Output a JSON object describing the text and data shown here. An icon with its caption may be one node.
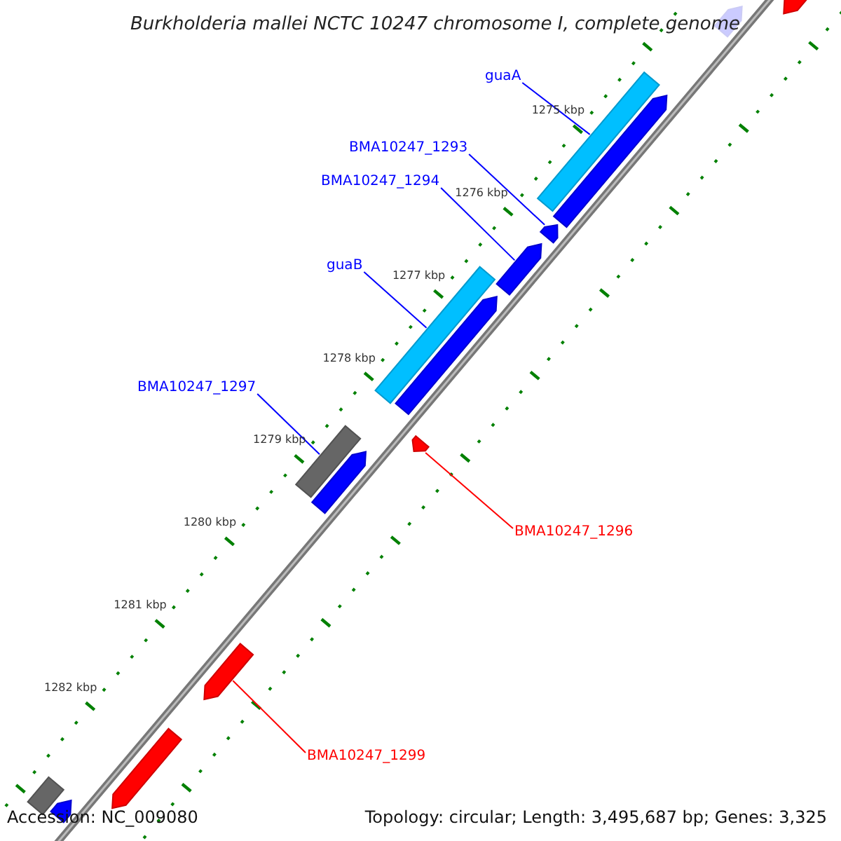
{
  "diagram": {
    "title": "Burkholderia mallei NCTC 10247 chromosome I, complete genome",
    "nodes": [
      {
        "text": [
          "guaA"
        ]
      },
      {
        "text": [
          "BMA10247_1293"
        ]
      },
      {
        "text": [
          "BMA10247_1294"
        ]
      },
      {
        "text": [
          "guaB"
        ]
      },
      {
        "text": [
          "BMA10247_1297"
        ]
      },
      {
        "text": [
          "BMA10247_1296"
        ]
      },
      {
        "text": [
          "BMA10247_1299"
        ]
      },
      {
        "text": [],
        "shape": "pentagon"
      },
      {
        "text": [],
        "shape": "pentagon"
      },
      {
        "text": [],
        "shape": "bar"
      },
      {
        "text": [],
        "shape": "pentagon"
      },
      {
        "text": [],
        "shape": "pentagon"
      },
      {
        "text": [],
        "shape": "pentagon"
      },
      {
        "text": [],
        "shape": "bar"
      },
      {
        "text": [],
        "shape": "pentagon"
      },
      {
        "text": [],
        "shape": "bar"
      },
      {
        "text": [],
        "shape": "pentagon"
      },
      {
        "text": [],
        "shape": "pentagon"
      },
      {
        "text": [],
        "shape": "pentagon"
      },
      {
        "text": [],
        "shape": "pentagon"
      },
      {
        "text": [],
        "shape": "bar"
      },
      {
        "text": [],
        "shape": "pentagon"
      }
    ],
    "edges": [
      {
        "from": 0,
        "to": 9,
        "arrow": "none"
      },
      {
        "from": 1,
        "to": 11,
        "arrow": "none"
      },
      {
        "from": 2,
        "to": 12,
        "arrow": "none"
      },
      {
        "from": 3,
        "to": 13,
        "arrow": "none"
      },
      {
        "from": 4,
        "to": 15,
        "arrow": "none"
      },
      {
        "from": 5,
        "to": 17,
        "arrow": "none",
        "color": "#ff0000"
      },
      {
        "from": 6,
        "to": 18,
        "arrow": "none",
        "color": "#ff0000"
      }
    ],
    "labels": [
      "1275 kbp",
      "1276 kbp",
      "1277 kbp",
      "1278 kbp",
      "1279 kbp",
      "1280 kbp",
      "1281 kbp",
      "1282 kbp",
      "Accession: NC_009080",
      "Topology: circular; Length: 3,495,687 bp; Genes: 3,325"
    ]
  }
}
